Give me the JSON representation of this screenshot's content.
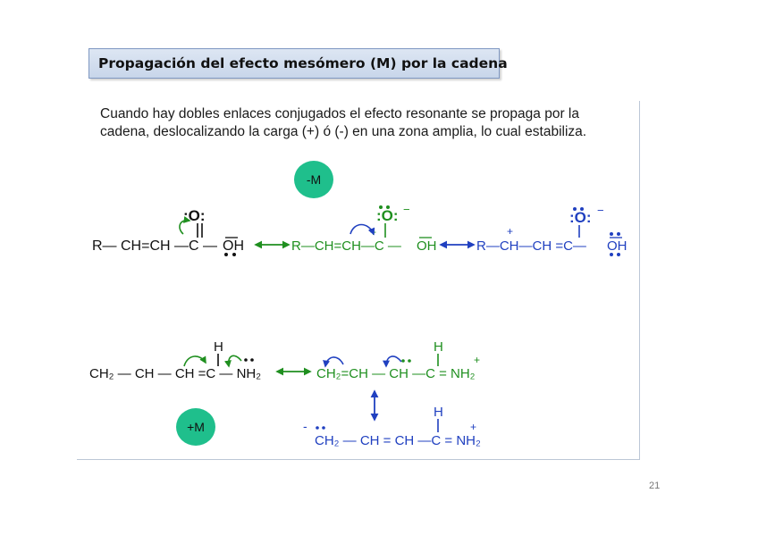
{
  "slide": {
    "title": "Propagación del efecto mesómero (M) por la cadena",
    "intro": "Cuando hay dobles enlaces conjugados el efecto resonante se propaga por la cadena, deslocalizando la carga (+) ó (-) en una zona amplia, lo cual estabiliza.",
    "page_number": "21"
  },
  "badges": {
    "minus_m": "-M",
    "plus_m": "+M"
  },
  "colors": {
    "badge_fill": "#1fbf8c",
    "green": "#1f8f1f",
    "blue": "#2040c0",
    "black": "#111111"
  },
  "scheme_minus_m": {
    "structure_1": {
      "chain": "R— CH=CH —C —",
      "carbonyl_oxygen": ":O:",
      "hydroxyl": "OH"
    },
    "structure_2": {
      "chain": "R—CH=CH—C —",
      "oxygen": ":O:",
      "oxygen_charge": "−",
      "positive_charge": "+",
      "hydroxyl": "OH"
    },
    "structure_3": {
      "chain": "R—CH—CH =C—",
      "oxygen": ":O:",
      "oxygen_charge": "−",
      "positive_charge": "+",
      "hydroxyl": "OH"
    }
  },
  "scheme_plus_m": {
    "structure_1": {
      "chain": "CH₂ — CH — CH =C — NH₂",
      "hydrogen": "H"
    },
    "structure_2": {
      "chain": "CH₂=CH — CH —C = NH₂",
      "hydrogen": "H",
      "positive_charge": "+"
    },
    "structure_3": {
      "chain": "CH₂ — CH = CH —C = NH₂",
      "hydrogen": "H",
      "positive_charge": "+",
      "negative_charge": "-"
    }
  }
}
